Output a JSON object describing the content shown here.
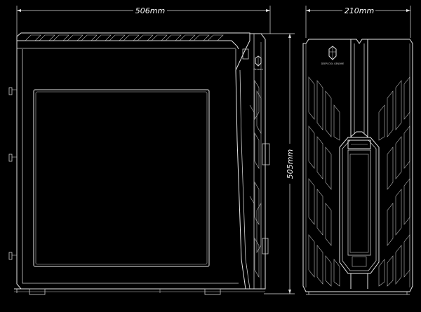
{
  "dimensions": {
    "width_side": "506mm",
    "height": "505mm",
    "width_front": "210mm"
  },
  "brand": {
    "name": "Genome",
    "front_label": "DEEPCOOL GENOME"
  },
  "colors": {
    "background": "#000000",
    "line": "#e6e6e6"
  }
}
